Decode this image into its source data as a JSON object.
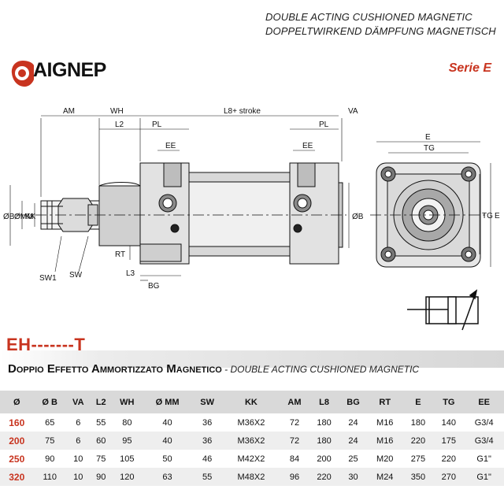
{
  "header": {
    "line1": "DOUBLE ACTING  CUSHIONED MAGNETIC",
    "line2": "DOPPELTWIRKEND DÄMPFUNG MAGNETISCH"
  },
  "brand": {
    "name": "AIGNEP",
    "series": "Serie E",
    "accent_color": "#c8341f"
  },
  "drawing_labels": {
    "am": "AM",
    "wh": "WH",
    "l8": "L8+ stroke",
    "va": "VA",
    "l2": "L2",
    "pl_left": "PL",
    "pl_right": "PL",
    "ee_left": "EE",
    "ee_right": "EE",
    "e_top": "E",
    "tg_top": "TG",
    "e_side": "E",
    "tg_side": "TG",
    "ob_left": "ØB",
    "omm": "ØMM",
    "kk": "KK",
    "ob_right": "ØB",
    "rt": "RT",
    "l3": "L3",
    "bg": "BG",
    "sw1": "SW1",
    "sw": "SW"
  },
  "product": {
    "code": "EH-------T",
    "title_it": "Doppio Effetto Ammortizzato Magnetico",
    "separator": " - ",
    "title_en": "DOUBLE ACTING  CUSHIONED MAGNETIC"
  },
  "table": {
    "headers": [
      "Ø",
      "Ø B",
      "VA",
      "L2",
      "WH",
      "Ø MM",
      "SW",
      "KK",
      "AM",
      "L8",
      "BG",
      "RT",
      "E",
      "TG",
      "EE"
    ],
    "rows": [
      [
        "160",
        "65",
        "6",
        "55",
        "80",
        "40",
        "36",
        "M36X2",
        "72",
        "180",
        "24",
        "M16",
        "180",
        "140",
        "G3/4"
      ],
      [
        "200",
        "75",
        "6",
        "60",
        "95",
        "40",
        "36",
        "M36X2",
        "72",
        "180",
        "24",
        "M16",
        "220",
        "175",
        "G3/4"
      ],
      [
        "250",
        "90",
        "10",
        "75",
        "105",
        "50",
        "46",
        "M42X2",
        "84",
        "200",
        "25",
        "M20",
        "275",
        "220",
        "G1\""
      ],
      [
        "320",
        "110",
        "10",
        "90",
        "120",
        "63",
        "55",
        "M48X2",
        "96",
        "220",
        "30",
        "M24",
        "350",
        "270",
        "G1\""
      ]
    ]
  }
}
